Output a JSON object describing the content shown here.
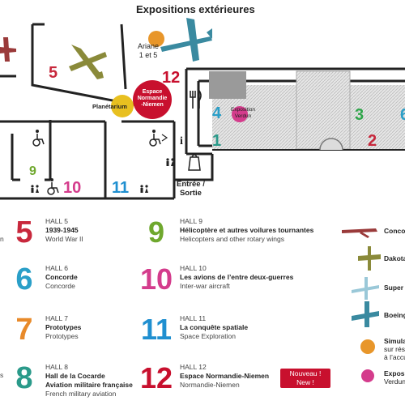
{
  "map": {
    "title": "Expositions extérieures",
    "ariane_label": "Ariane\n1 et 5",
    "planetarium": "Planétarium",
    "normandie": "Espace\nNormandie\n-Niemen",
    "expo_verdun": "Exposition\nVerdun",
    "entree": "Entrée /\nSortie",
    "halls_on_map": [
      "5",
      "12",
      "4",
      "3",
      "1",
      "2",
      "9",
      "10",
      "11",
      "6"
    ],
    "colors": {
      "hall5": "#c8283c",
      "hall6": "#2a9fc8",
      "hall7": "#e88a2a",
      "hall8": "#2a9a8a",
      "hall9": "#6fa82e",
      "hall10": "#d43c8c",
      "hall11": "#1f8fd0",
      "hall12": "#c8102e",
      "hall3": "#2fa54a",
      "planetarium_fill": "#e8c020",
      "normandie_fill": "#c8102e",
      "ariane_fill": "#e8962a",
      "verdun_fill": "#d43c8c",
      "concorde_plane": "#9a3a3a",
      "dakota_plane": "#8a8a3a",
      "heli_plane": "#9ac8d8",
      "boeing_plane": "#3a8aa0"
    },
    "icons": [
      "plane-icon",
      "restroom-icon",
      "wheelchair-icon",
      "restaurant-icon",
      "info-icon",
      "shop-icon"
    ]
  },
  "legend": [
    {
      "num": "5",
      "hall": "HALL 5",
      "fr": "1939-1945",
      "en": "World War II",
      "color": "#c8283c"
    },
    {
      "num": "6",
      "hall": "HALL 6",
      "fr": "Concorde",
      "en": "Concorde",
      "color": "#2a9fc8"
    },
    {
      "num": "7",
      "hall": "HALL 7",
      "fr": "Prototypes",
      "en": "Prototypes",
      "color": "#e88a2a"
    },
    {
      "num": "8",
      "hall": "HALL 8",
      "fr": "Hall de la Cocarde",
      "fr2": "Aviation militaire française",
      "en": "French military aviation",
      "color": "#2a9a8a"
    },
    {
      "num": "9",
      "hall": "HALL 9",
      "fr": "Hélicoptère et autres voilures tournantes",
      "en": "Helicopters and other rotary wings",
      "color": "#6fa82e"
    },
    {
      "num": "10",
      "hall": "HALL 10",
      "fr": "Les avions de l’entre deux-guerres",
      "en": "Inter-war aircraft",
      "color": "#d43c8c"
    },
    {
      "num": "11",
      "hall": "HALL 11",
      "fr": "La conquête spatiale",
      "en": "Space Exploration",
      "color": "#1f8fd0"
    },
    {
      "num": "12",
      "hall": "HALL 12",
      "fr": "Espace Normandie-Niemen",
      "en": "Normandie-Niemen",
      "color": "#c8102e"
    }
  ],
  "badge": {
    "fr": "Nouveau !",
    "en": "New !"
  },
  "right_list": [
    {
      "label": "Conco"
    },
    {
      "label": "Dakota"
    },
    {
      "label": "Super"
    },
    {
      "label": "Boeing"
    },
    {
      "label": "Simula",
      "sub1": "sur rés",
      "sub2": "à l’accu"
    },
    {
      "label": "Expos",
      "sub1": "Verdun"
    }
  ],
  "left_frags": [
    "n",
    "s"
  ]
}
